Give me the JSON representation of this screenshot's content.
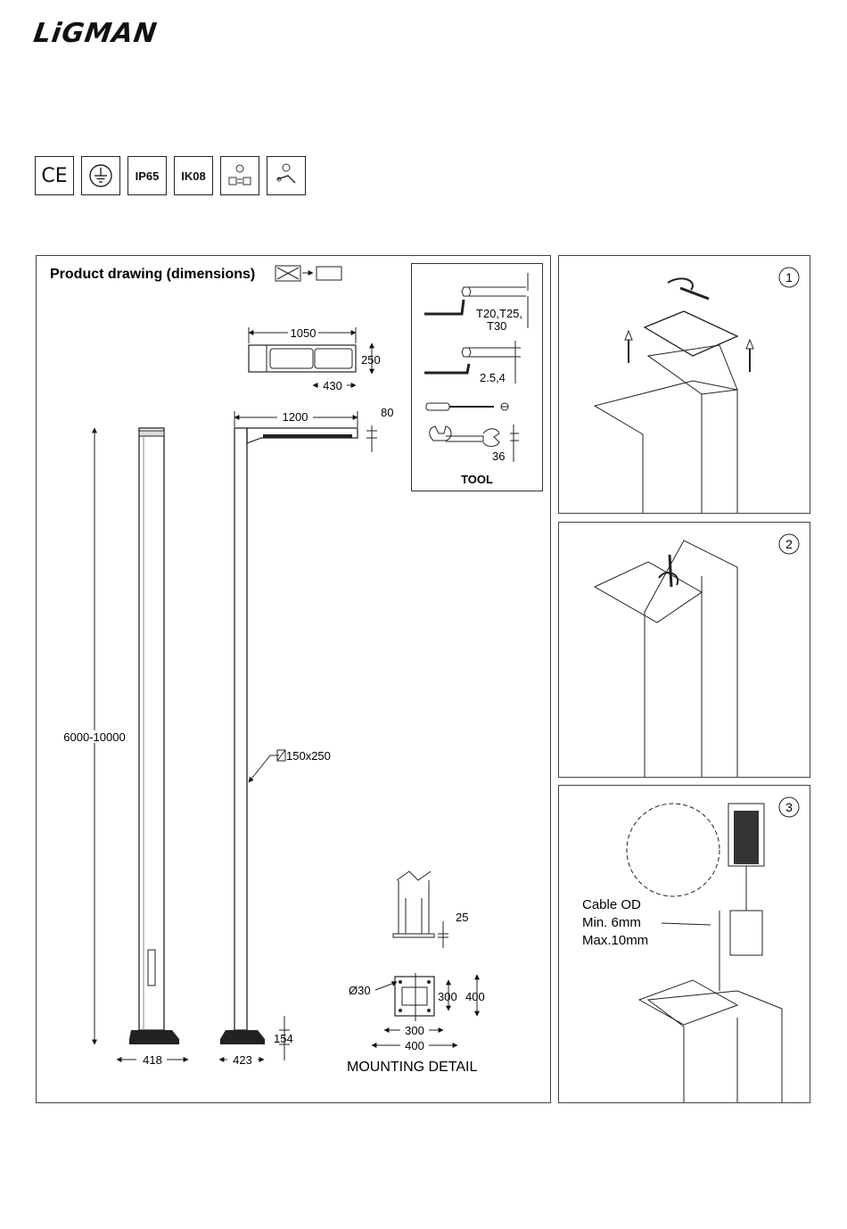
{
  "brand": {
    "name": "LiGMAN"
  },
  "certifications": [
    {
      "label": "CE",
      "icon": "ce-mark-icon"
    },
    {
      "label": "",
      "icon": "earth-ground-icon"
    },
    {
      "label": "IP65",
      "icon": "ip65-icon"
    },
    {
      "label": "IK08",
      "icon": "ik08-icon"
    },
    {
      "label": "",
      "icon": "voltage-switch-icon"
    },
    {
      "label": "",
      "icon": "maintenance-icon"
    }
  ],
  "main_panel": {
    "title": "Product drawing (dimensions)",
    "tool_box": {
      "title": "TOOL",
      "torx": "T20,T25,",
      "torx2": "T30",
      "hex": "2.5,4",
      "wrench": "36"
    },
    "dims": {
      "head_length": "1050",
      "head_width": "250",
      "head_sub": "430",
      "arm_length": "1200",
      "arm_height": "80",
      "pole_height": "6000-10000",
      "pole_section": "150x250",
      "base_width_front": "418",
      "base_width_side": "423",
      "base_height": "154"
    },
    "mounting": {
      "title": "MOUNTING DETAIL",
      "plate_thickness": "25",
      "hole": "Ø30",
      "bolt_spacing": "300",
      "plate_size": "400",
      "bolt_spacing_h": "300",
      "plate_size_h": "400"
    }
  },
  "steps": [
    {
      "number": "1"
    },
    {
      "number": "2"
    },
    {
      "number": "3",
      "cable_label_1": "Cable OD",
      "cable_label_2": "Min. 6mm",
      "cable_label_3": "Max.10mm"
    }
  ]
}
